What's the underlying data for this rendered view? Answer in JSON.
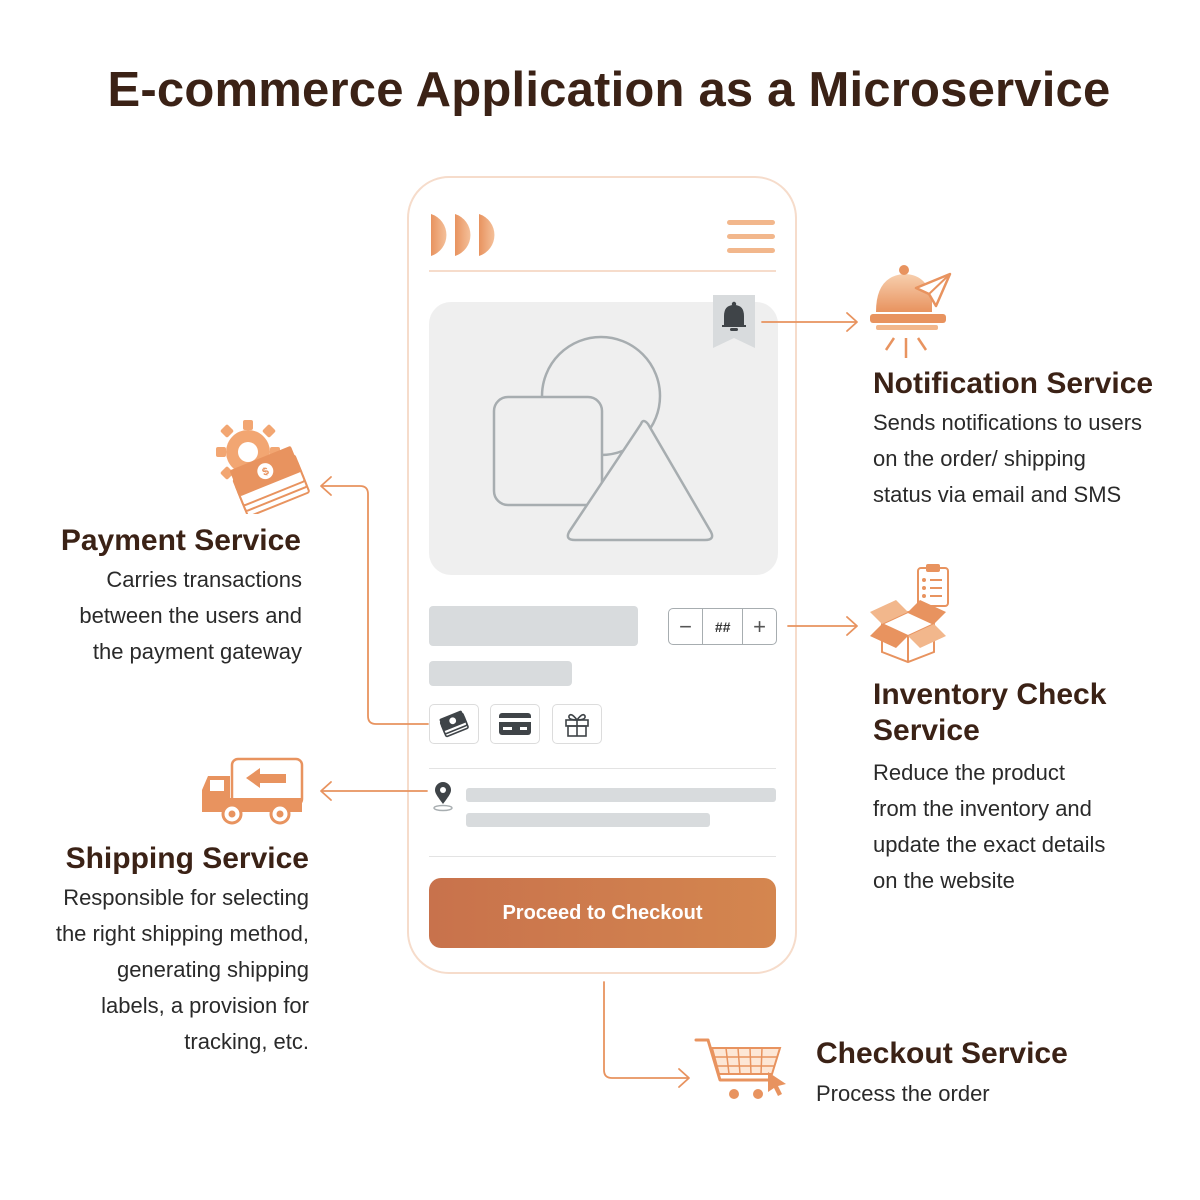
{
  "title": "E-commerce Application as a Microservice",
  "colors": {
    "accent": "#e8935f",
    "accent_light": "#f6c29d",
    "dark_text": "#3b2216",
    "button": "#c8724c",
    "placeholder": "#d8dbdd",
    "outline": "#a7adb0"
  },
  "phone": {
    "quantity_placeholder": "##",
    "checkout_button": "Proceed to Checkout",
    "icons": [
      "logo-icon",
      "menu-icon",
      "bell-bookmark-icon",
      "cash-icon",
      "credit-card-icon",
      "gift-icon",
      "location-pin-icon"
    ]
  },
  "services": {
    "notification": {
      "title": "Notification Service",
      "desc": [
        "Sends notifications to users",
        "on the order/ shipping",
        "status via email and SMS"
      ],
      "icon": "bell-paper-plane-icon"
    },
    "payment": {
      "title": "Payment Service",
      "desc": [
        "Carries transactions",
        "between the users and",
        "the payment gateway"
      ],
      "icon": "money-gear-icon"
    },
    "inventory": {
      "title": [
        "Inventory Check",
        "Service"
      ],
      "desc": [
        "Reduce the product",
        "from the inventory and",
        "update the exact details",
        "on the website"
      ],
      "icon": "box-clipboard-icon"
    },
    "shipping": {
      "title": "Shipping Service",
      "desc": [
        "Responsible for selecting",
        "the right shipping method,",
        "generating shipping",
        "labels, a provision for",
        "tracking, etc."
      ],
      "icon": "delivery-truck-icon"
    },
    "checkout": {
      "title": "Checkout Service",
      "desc": "Process the order",
      "icon": "shopping-cart-icon"
    }
  }
}
